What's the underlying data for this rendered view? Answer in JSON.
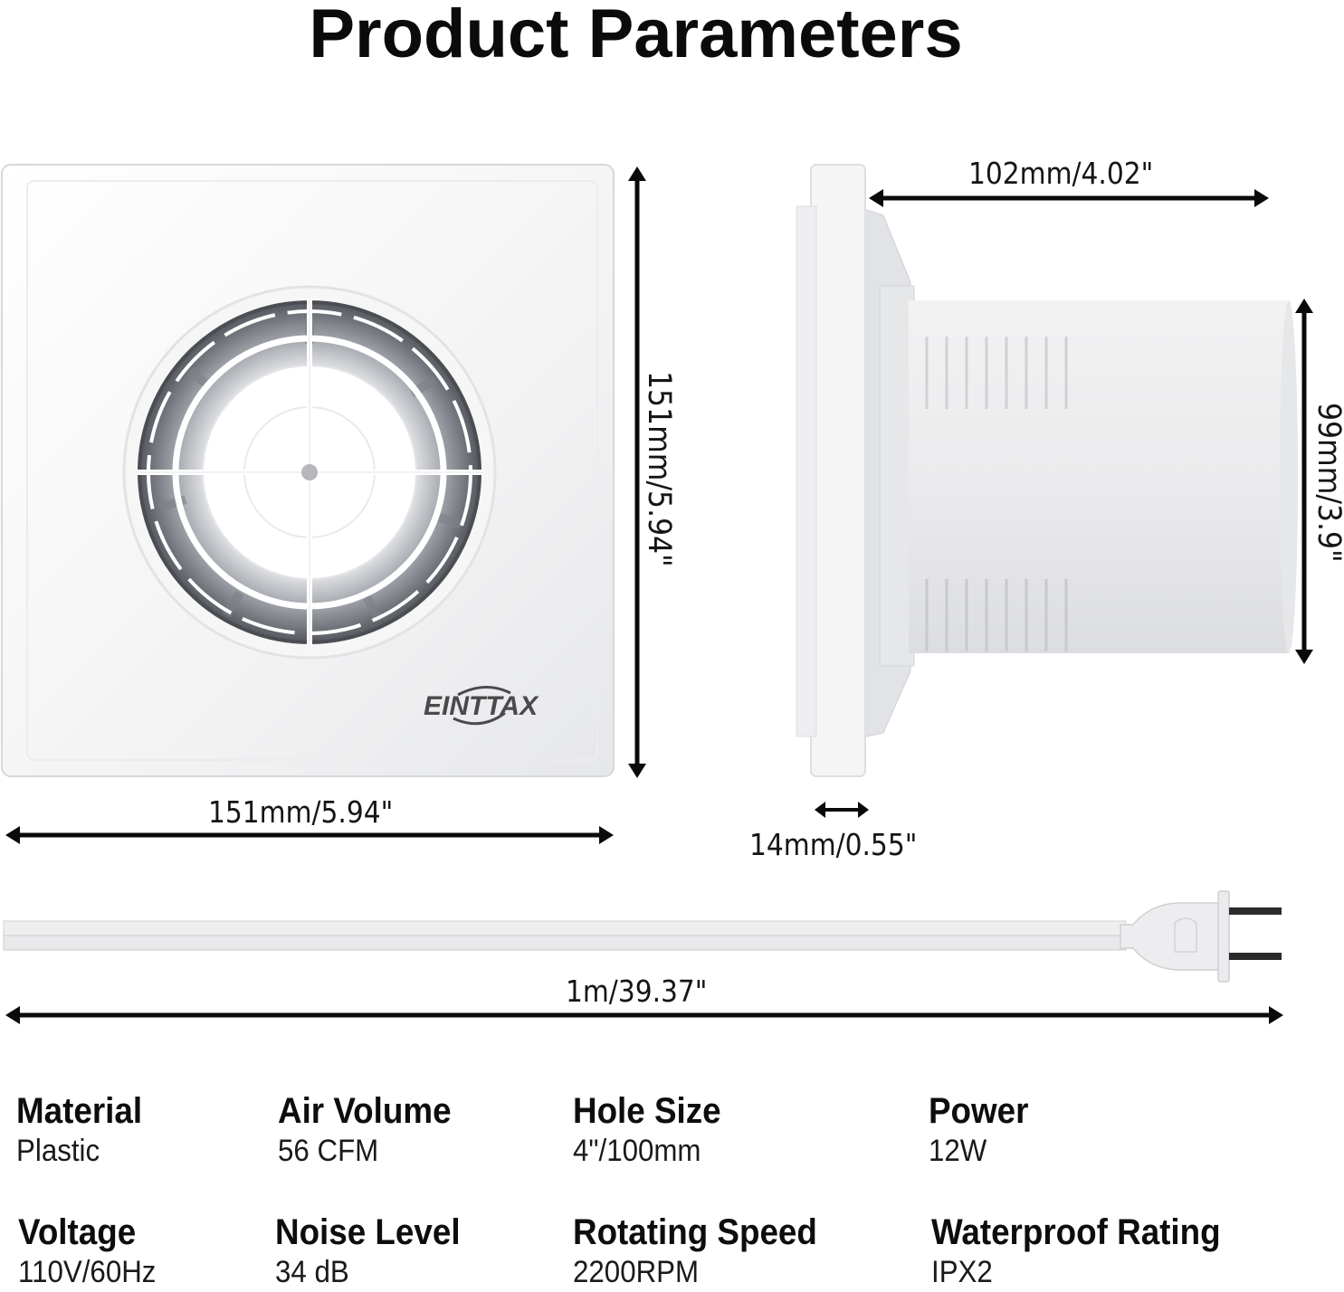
{
  "page": {
    "title": "Product Parameters"
  },
  "brand": {
    "logo_text": "EINTTAX"
  },
  "dimensions": {
    "front_height": "151mm/5.94\"",
    "front_width": "151mm/5.94\"",
    "duct_length": "102mm/4.02\"",
    "duct_diameter": "99mm/3.9\"",
    "panel_thickness": "14mm/0.55\"",
    "cord_length": "1m/39.37\""
  },
  "specs": [
    {
      "label": "Material",
      "value": "Plastic"
    },
    {
      "label": "Air Volume",
      "value": "56 CFM"
    },
    {
      "label": "Hole Size",
      "value": "4\"/100mm"
    },
    {
      "label": "Power",
      "value": "12W"
    },
    {
      "label": "Voltage",
      "value": "110V/60Hz"
    },
    {
      "label": "Noise Level",
      "value": "34 dB"
    },
    {
      "label": "Rotating Speed",
      "value": "2200RPM"
    },
    {
      "label": "Waterproof Rating",
      "value": "IPX2"
    }
  ],
  "colors": {
    "arrow": "#0a0a0a",
    "product_white": "#f4f4f4",
    "product_shadow": "#d9dadc",
    "logo": "#4a4a4c"
  }
}
